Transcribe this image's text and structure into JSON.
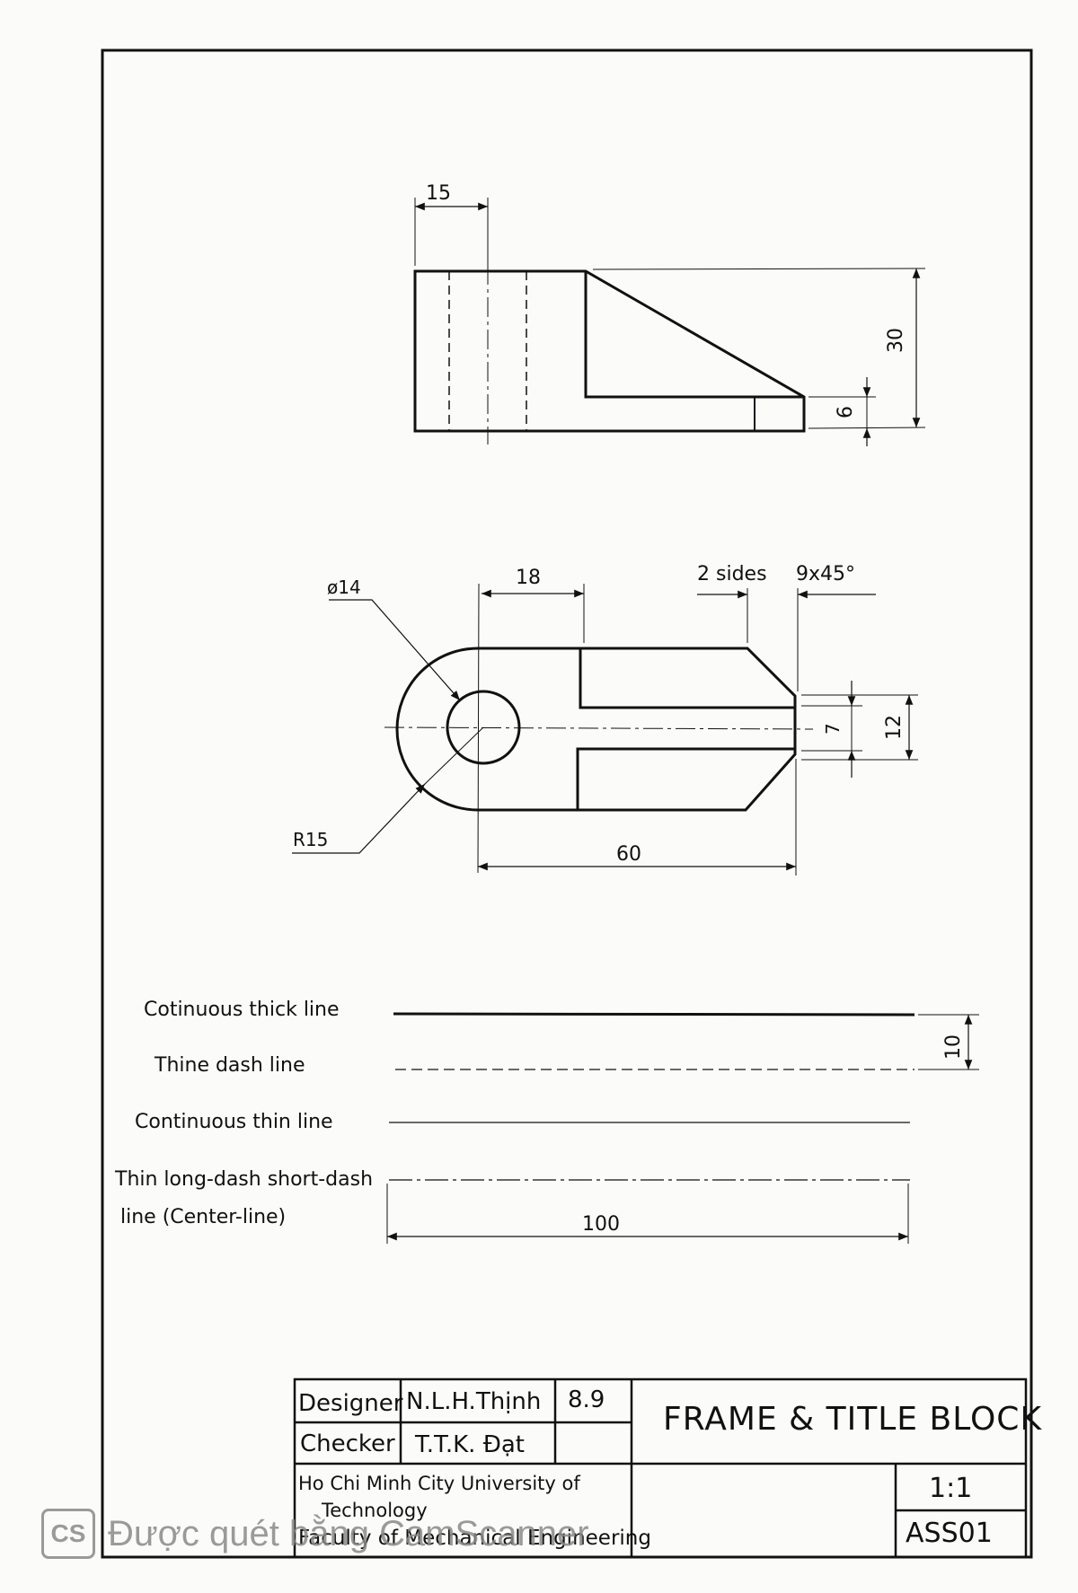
{
  "side_view": {
    "dims": {
      "width_15": "15",
      "height_30": "30",
      "height_6": "6"
    }
  },
  "top_view": {
    "dims": {
      "hole_dia": "ø14",
      "radius": "R15",
      "slot_18": "18",
      "chamfer_note": "2 sides",
      "chamfer": "9x45°",
      "slot_7": "7",
      "end_12": "12",
      "length_60": "60"
    }
  },
  "line_types": {
    "items": [
      {
        "label": "Cotinuous thick line"
      },
      {
        "label": "Thine dash line"
      },
      {
        "label": "Continuous thin line"
      },
      {
        "label": "Thin long-dash short-dash",
        "label2": "line (Center-line)"
      }
    ],
    "spacing_dim": "10",
    "length_dim": "100"
  },
  "title_block": {
    "designer_label": "Designer",
    "designer_name": "N.L.H.Thịnh",
    "score": "8.9",
    "checker_label": "Checker",
    "checker_name": "T.T.K. Đạt",
    "title": "FRAME & TITLE BLOCK",
    "university_line1": "Ho Chi Minh City University of",
    "university_line2": "Technology",
    "faculty": "Faculty of Mechanical Engineering",
    "scale": "1:1",
    "drawing_no": "ASS01"
  },
  "watermark": {
    "logo": "CS",
    "text": "Được quét bằng CamScanner"
  }
}
